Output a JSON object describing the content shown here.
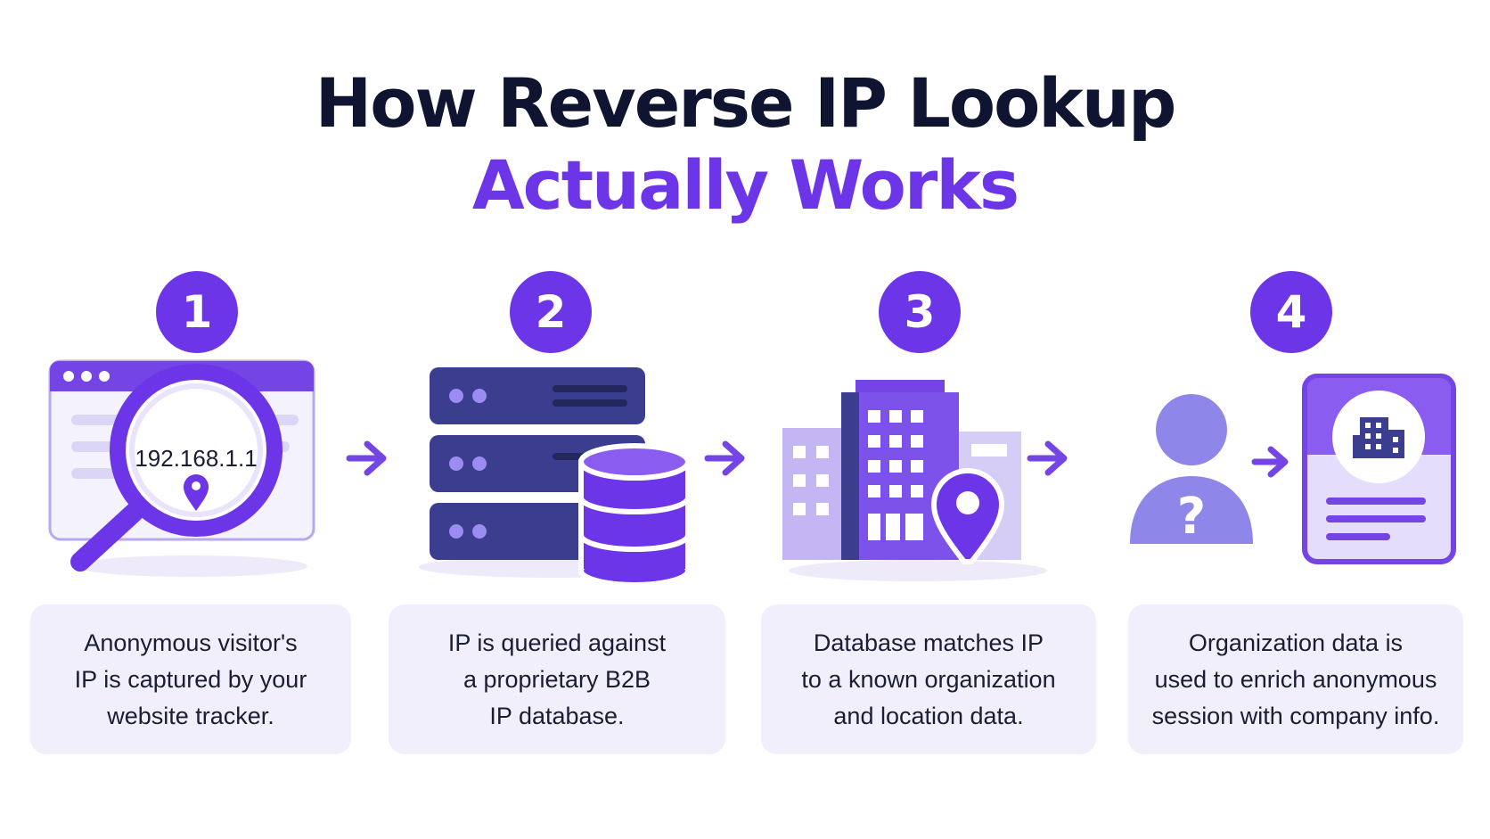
{
  "title": {
    "line1": "How Reverse IP Lookup",
    "line2": "Actually Works"
  },
  "steps": [
    {
      "number": "1",
      "text": "Anonymous visitor's\nIP is captured by your\nwebsite tracker.",
      "ip_text": "192.168.1.1"
    },
    {
      "number": "2",
      "text": "IP is queried against\na proprietary B2B\nIP database."
    },
    {
      "number": "3",
      "text": "Database matches IP\nto a known organization\nand location data."
    },
    {
      "number": "4",
      "text": "Organization data is\nused to enrich anonymous\nsession with company info."
    }
  ],
  "colors": {
    "accent": "#6d35e8",
    "navy": "#3b3d8f",
    "title_dark": "#0f1430",
    "card_bg": "#f1effc"
  },
  "icons": [
    "browser-magnifier-icon",
    "server-database-icon",
    "building-location-icon",
    "unknown-user-icon",
    "company-profile-card-icon",
    "arrow-right-icon"
  ]
}
